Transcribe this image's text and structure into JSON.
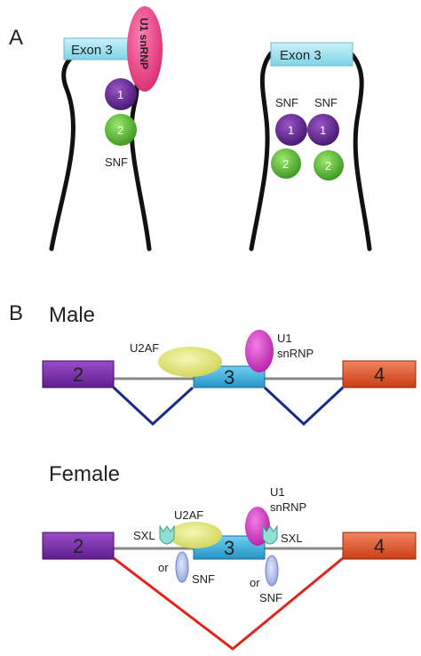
{
  "panel_a": {
    "label": "A",
    "left": {
      "exon_label": "Exon 3",
      "u1_label": "U1 snRNP",
      "domain_1": "1",
      "domain_2": "2",
      "snf_label": "SNF"
    },
    "right": {
      "exon_label": "Exon 3",
      "snf_left": "SNF",
      "snf_right": "SNF",
      "domain_1a": "1",
      "domain_1b": "1",
      "domain_2a": "2",
      "domain_2b": "2"
    }
  },
  "panel_b": {
    "label": "B",
    "male": {
      "title": "Male",
      "exon_2": "2",
      "exon_3": "3",
      "exon_4": "4",
      "u2af": "U2AF",
      "u1_line1": "U1",
      "u1_line2": "snRNP"
    },
    "female": {
      "title": "Female",
      "exon_2": "2",
      "exon_3": "3",
      "exon_4": "4",
      "u2af": "U2AF",
      "u1_line1": "U1",
      "u1_line2": "snRNP",
      "sxl_left": "SXL",
      "sxl_right": "SXL",
      "or_left": "or",
      "or_right": "or",
      "snf_left": "SNF",
      "snf_right": "SNF"
    }
  },
  "colors": {
    "exon2": "#7b2fa8",
    "exon3": "#3ab0e0",
    "exon4": "#e0562a",
    "exon3_box_a": "#9fe3f0",
    "u1_pink": "#ee4e8e",
    "u1_magenta": "#d63cc8",
    "u2af": "#e6ea7a",
    "domain1": "#6a2a96",
    "domain2": "#6cc544",
    "snf_blue": "#a9b8e8",
    "sxl_teal": "#8fe0d2",
    "male_splice": "#1a2a8a",
    "female_splice": "#e0261c"
  }
}
